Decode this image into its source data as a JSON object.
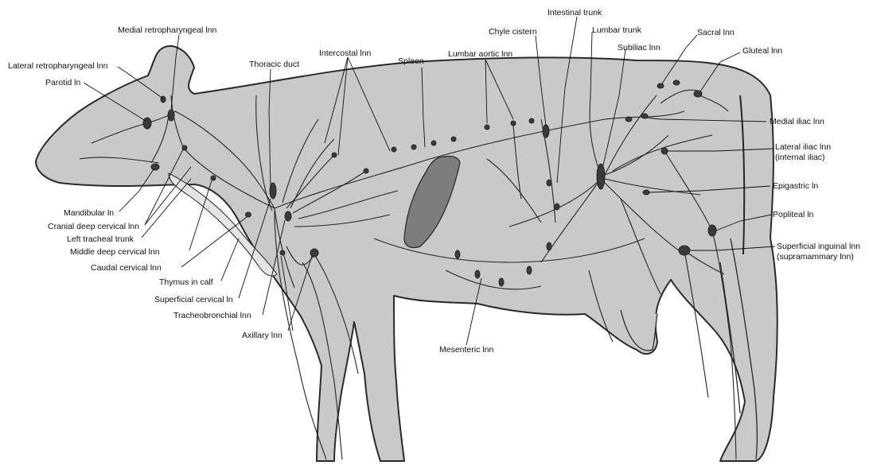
{
  "colors": {
    "body_fill": "#c9c9c9",
    "body_outline": "#2a2a2a",
    "vessel": "#262626",
    "node": "#3a3a3a",
    "thymus": "#e4e4e4",
    "spleen": "#7d7d7d",
    "leader": "#111111",
    "label_text": "#111111"
  },
  "labels": {
    "medial_retropharyngeal": "Medial retropharyngeal lnn",
    "lateral_retropharyngeal": "Lateral retropharyngeal lnn",
    "parotid": "Parotid ln",
    "mandibular": "Mandibular ln",
    "cranial_deep_cervical": "Cranial deep cervical lnn",
    "left_tracheal_trunk": "Left tracheal trunk",
    "middle_deep_cervical": "Middle deep cervical lnn",
    "caudal_cervical": "Caudal cervical lnn",
    "thymus": "Thymus in calf",
    "superficial_cervical": "Superficial cervical ln",
    "tracheobronchial": "Tracheobronchial lnn",
    "axillary": "Axillary lnn",
    "thoracic_duct": "Thoracic duct",
    "intercostal": "Intercostal lnn",
    "spleen": "Spleen",
    "lumbar_aortic": "Lumbar aortic lnn",
    "chyle_cistern": "Chyle cistern",
    "intestinal_trunk": "Intestinal trunk",
    "lumbar_trunk": "Lumbar trunk",
    "subiliac": "Subiliac lnn",
    "sacral": "Sacral lnn",
    "gluteal": "Gluteal lnn",
    "medial_iliac": "Medial iliac lnn",
    "lateral_iliac_line1": "Lateral iliac lnn",
    "lateral_iliac_line2": "(internal iliac)",
    "epigastric": "Epigastric ln",
    "popliteal": "Popliteal ln",
    "superficial_inguinal_line1": "Superficial inguinal lnn",
    "superficial_inguinal_line2": "(supramammary lnn)",
    "mesenteric": "Mesenteric lnn"
  }
}
